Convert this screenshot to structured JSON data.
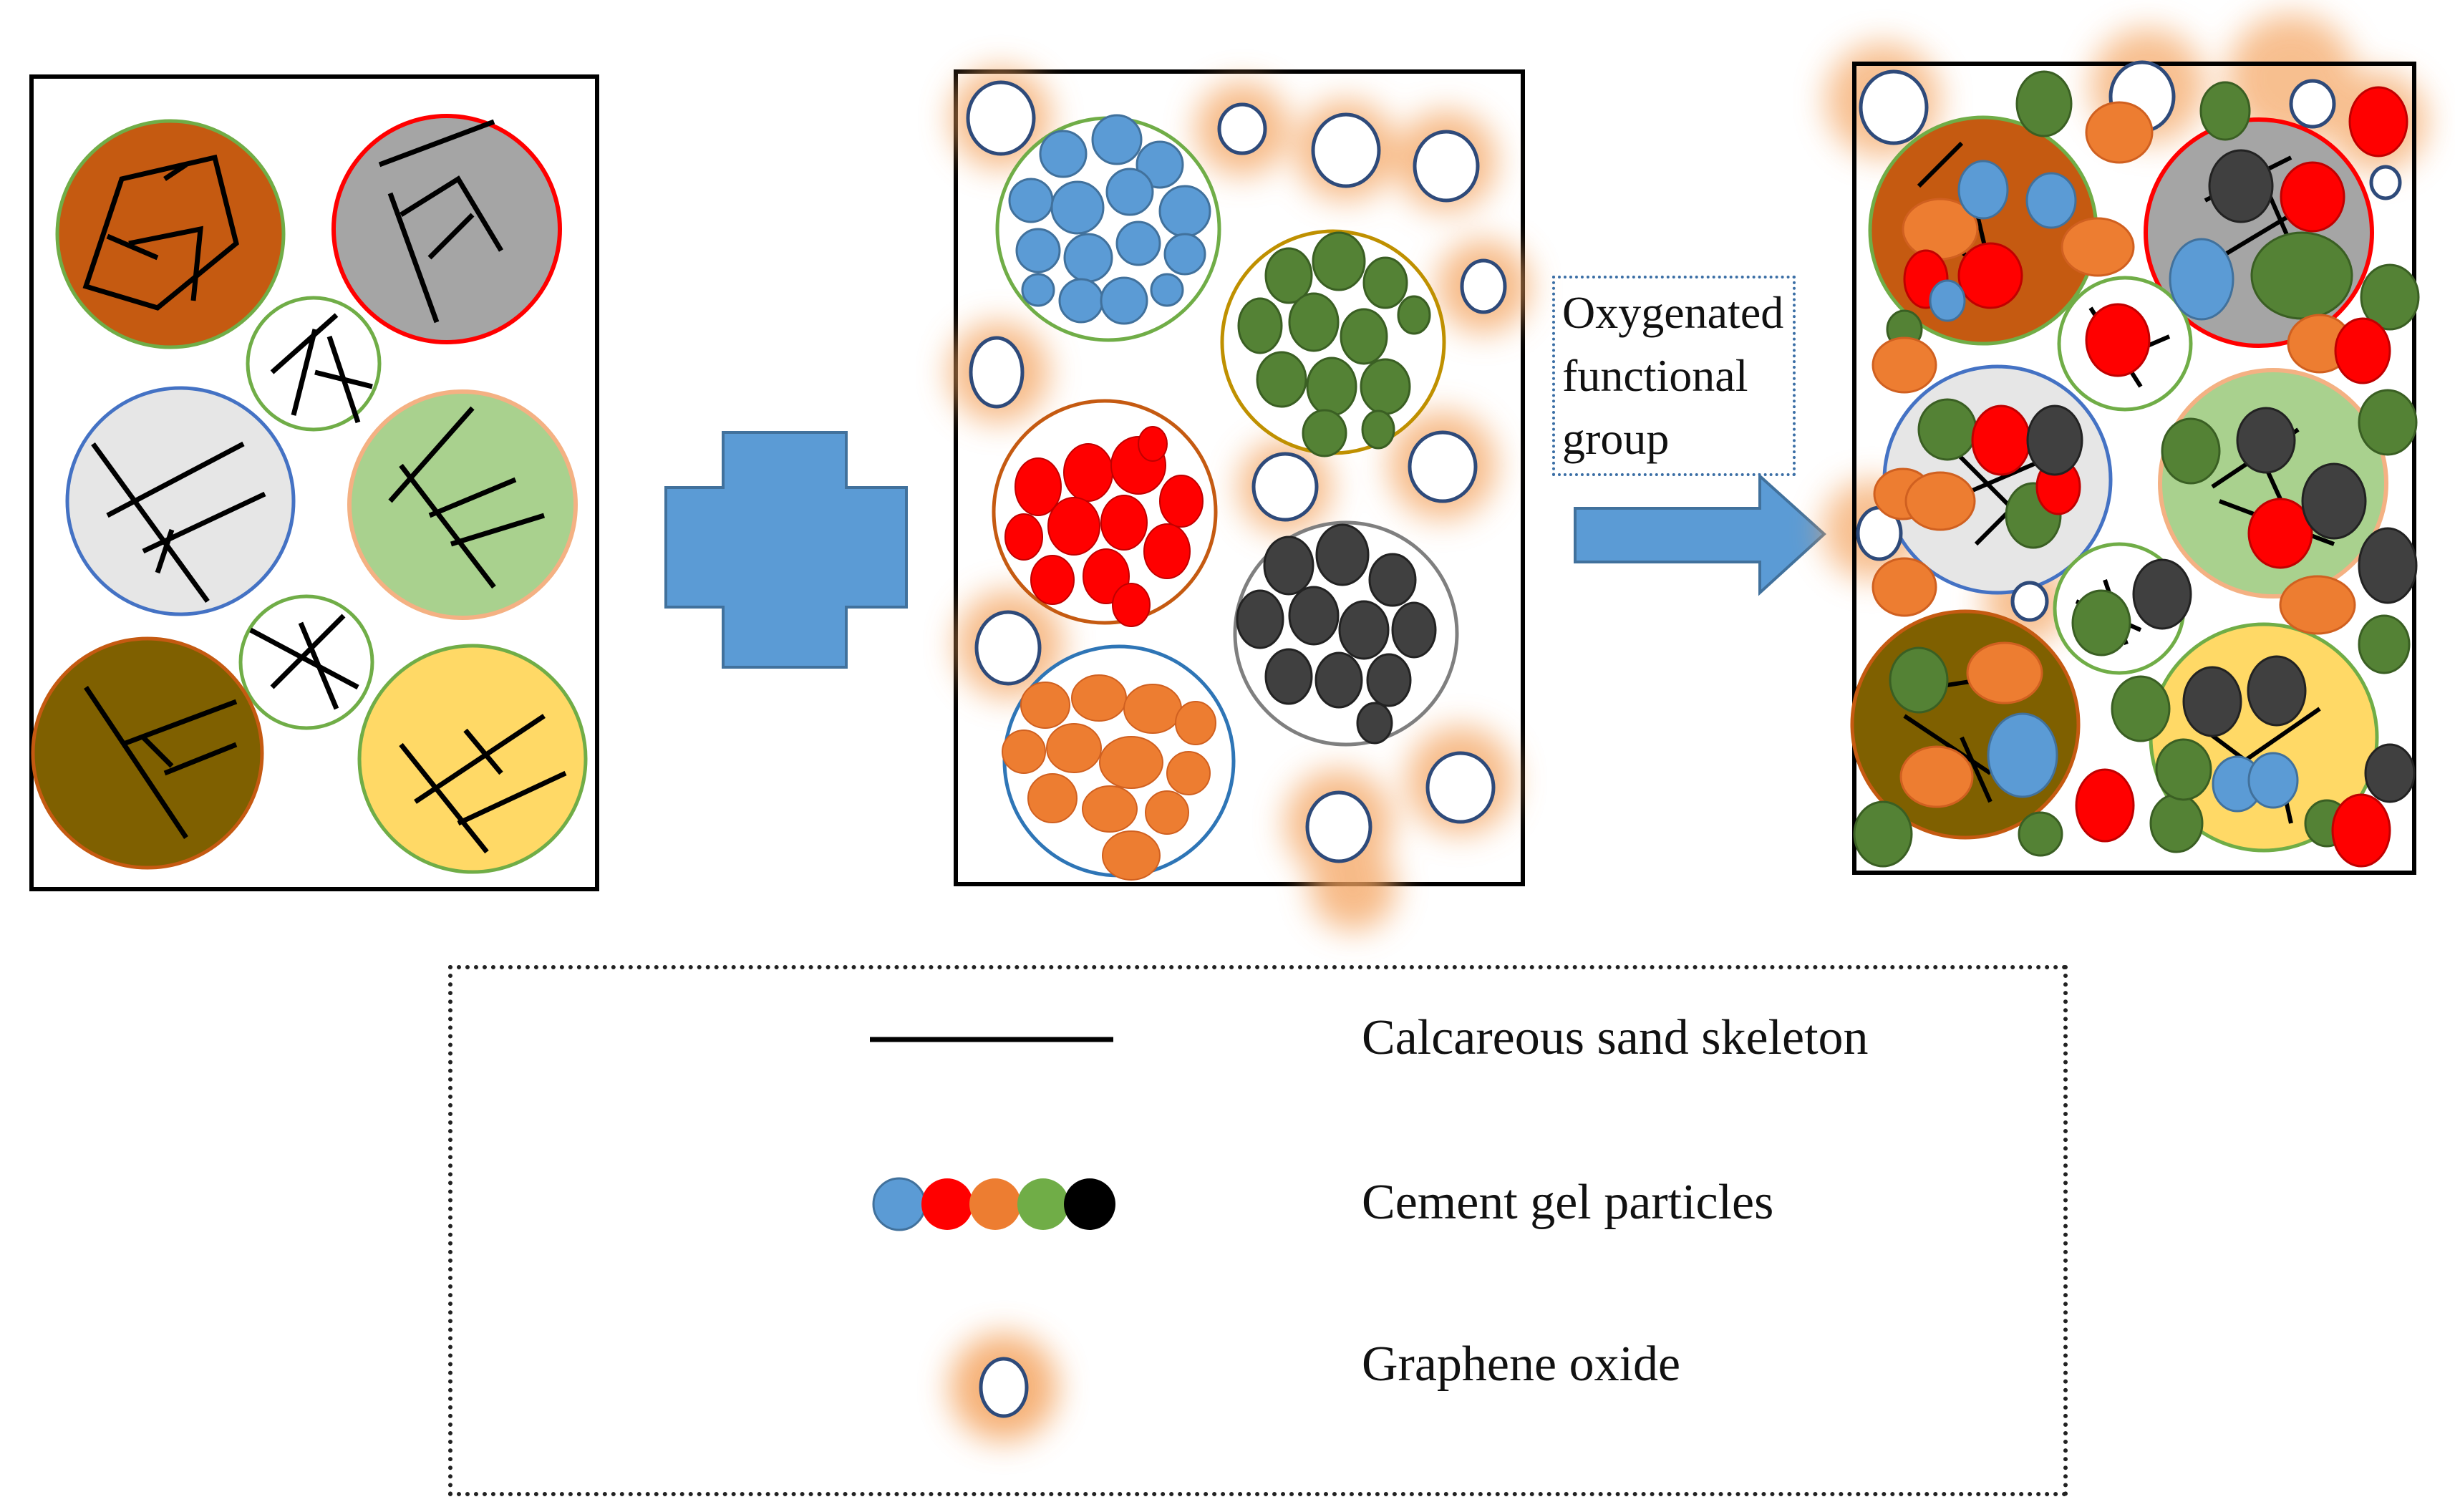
{
  "arrow_label": {
    "line1": "Oxygenated",
    "line2": "functional",
    "line3": "group"
  },
  "legend": {
    "skeleton_label": "Calcareous sand skeleton",
    "gel_label": "Cement gel particles",
    "go_label": "Graphene oxide",
    "gel_colors": [
      "#5b9bd5",
      "#ff0000",
      "#ed7d31",
      "#70ad47",
      "#000000"
    ]
  },
  "colors": {
    "arrow_fill": "#5b9bd5",
    "go_glow": "#f4a460",
    "panel_border": "#000000"
  }
}
